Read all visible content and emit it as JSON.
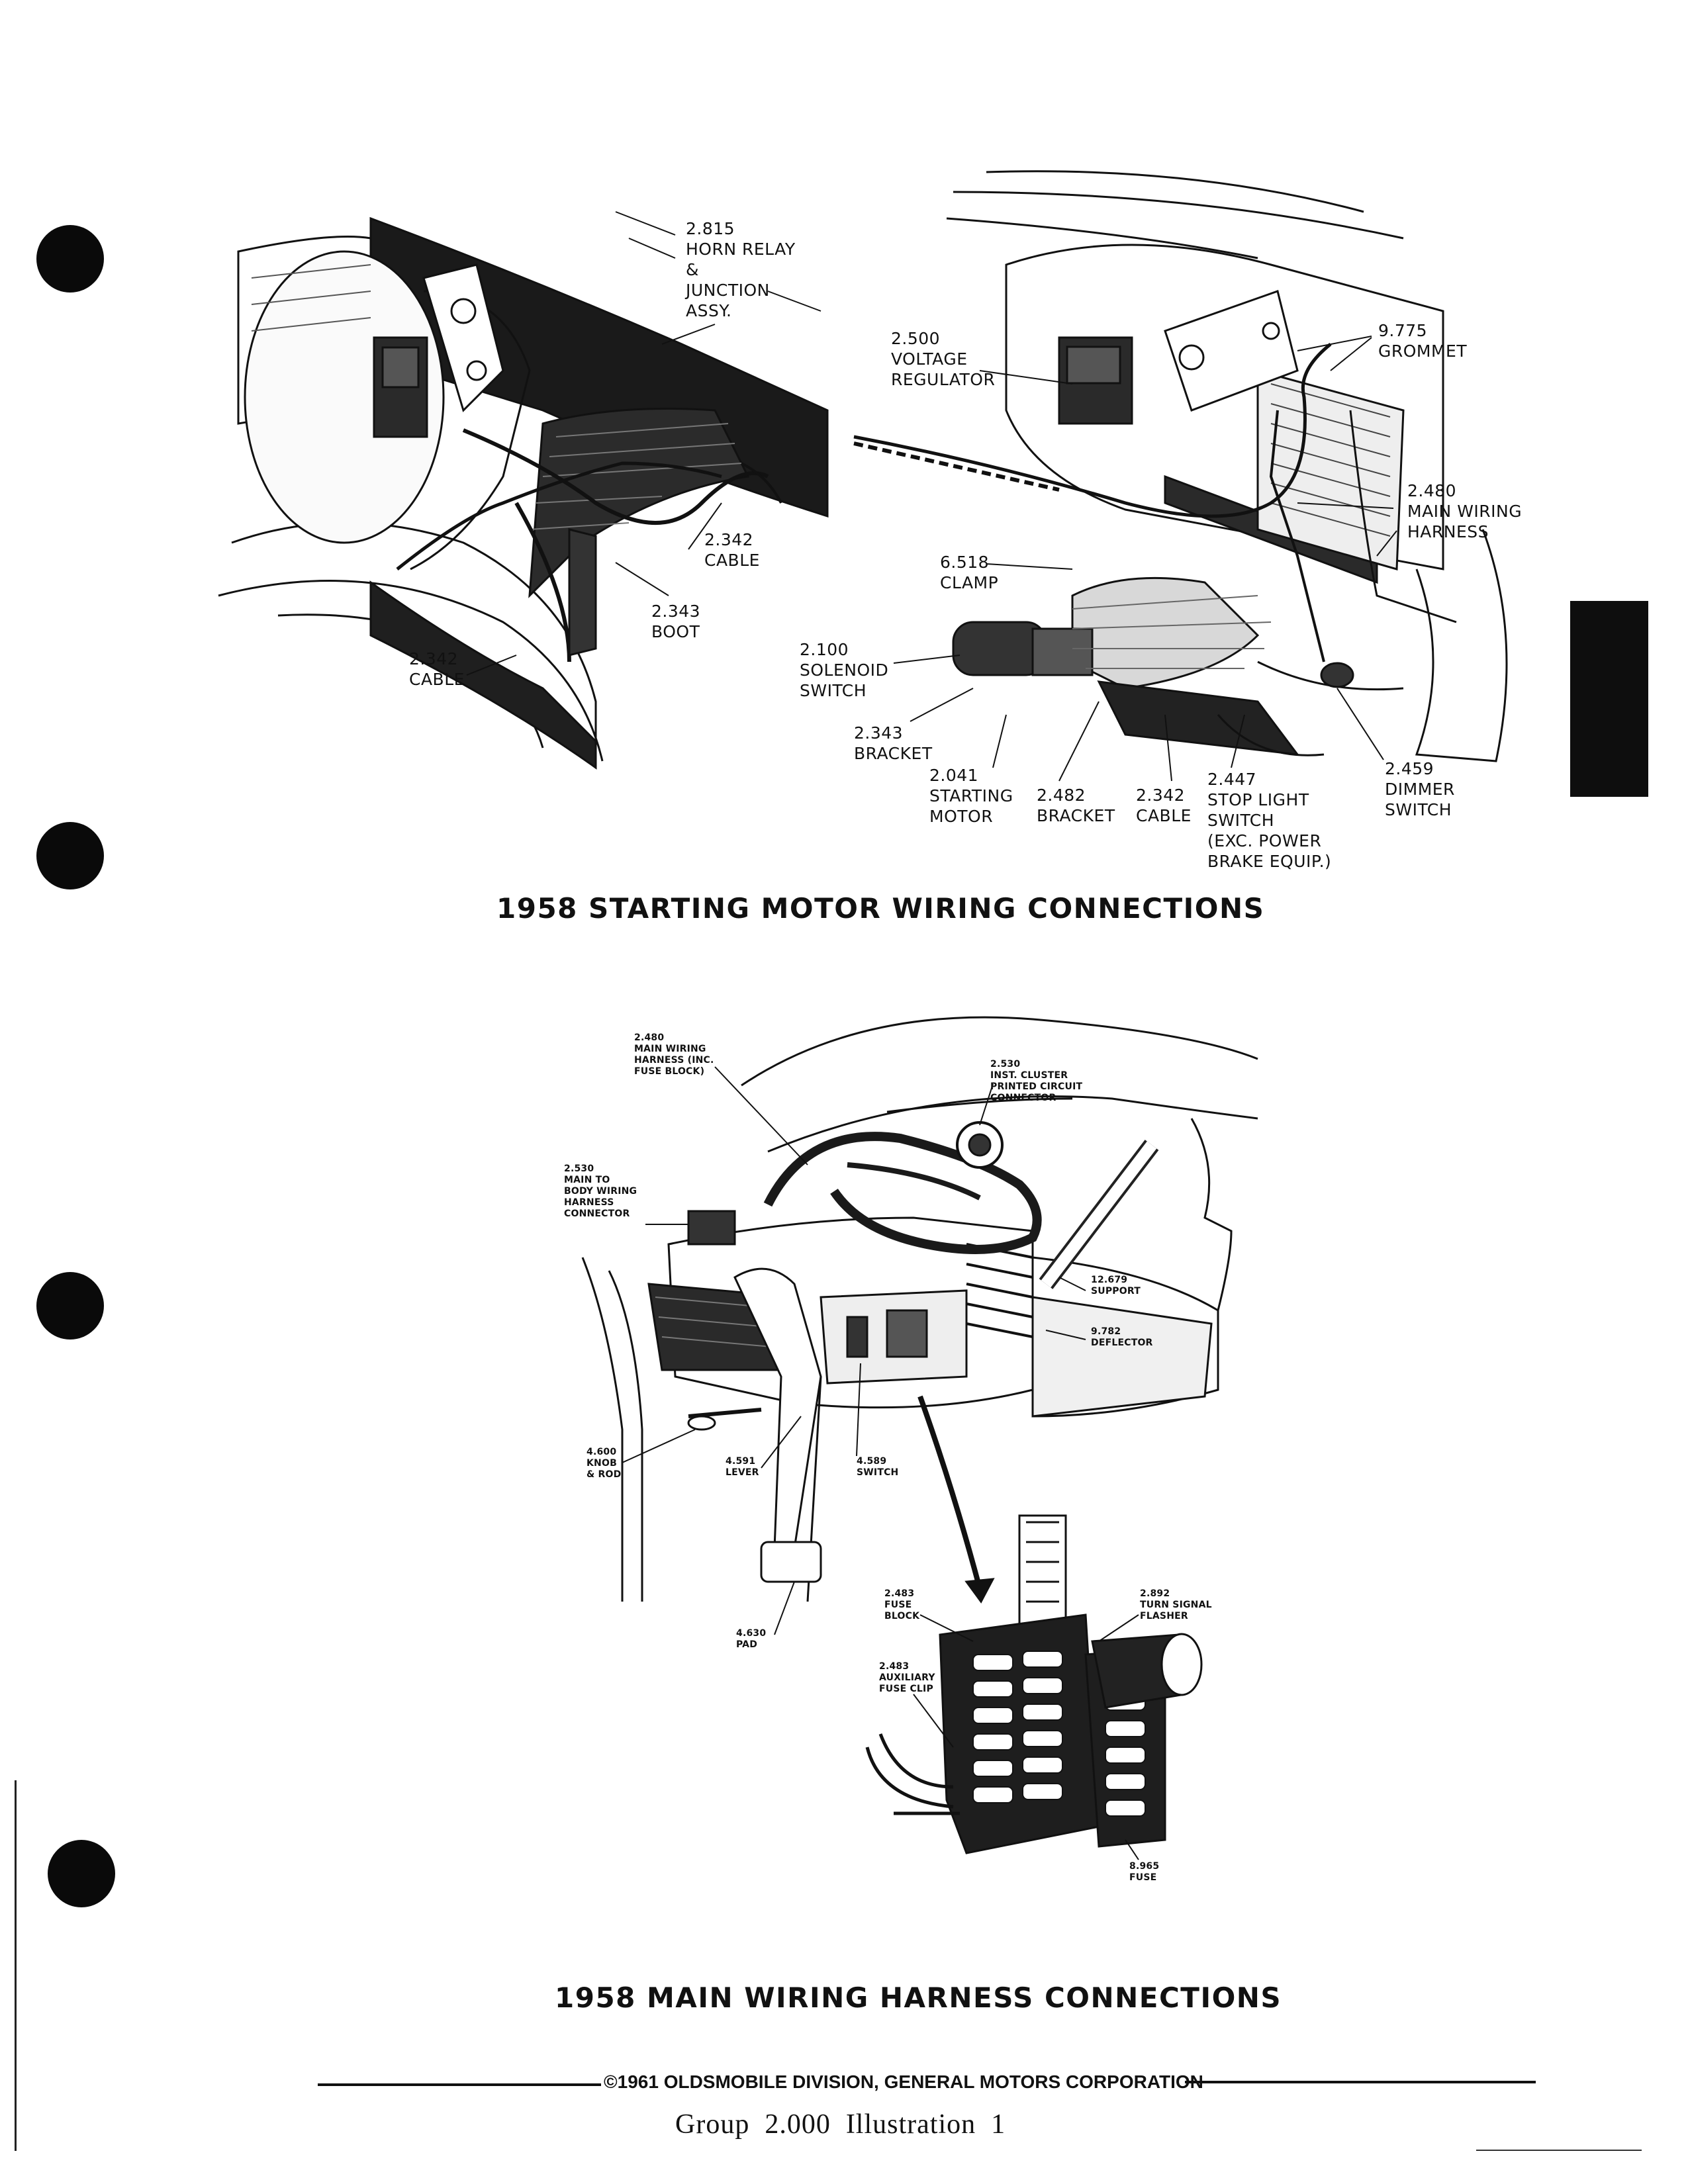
{
  "figure1": {
    "title": "1958 STARTING MOTOR WIRING CONNECTIONS",
    "callouts": [
      {
        "id": "horn-relay",
        "lines": [
          "2.815",
          "HORN RELAY",
          "&",
          "JUNCTION",
          "ASSY."
        ]
      },
      {
        "id": "cable-2342-a",
        "lines": [
          "2.342",
          "CABLE"
        ]
      },
      {
        "id": "boot-2343",
        "lines": [
          "2.343",
          "BOOT"
        ]
      },
      {
        "id": "cable-2342-b",
        "lines": [
          "2.342",
          "CABLE"
        ]
      },
      {
        "id": "voltage-regulator",
        "lines": [
          "2.500",
          "VOLTAGE",
          "REGULATOR"
        ]
      },
      {
        "id": "grommet",
        "lines": [
          "9.775",
          "GROMMET"
        ]
      },
      {
        "id": "main-wiring-harness",
        "lines": [
          "2.480",
          "MAIN WIRING",
          "HARNESS"
        ]
      },
      {
        "id": "clamp",
        "lines": [
          "6.518",
          "CLAMP"
        ]
      },
      {
        "id": "solenoid-switch",
        "lines": [
          "2.100",
          "SOLENOID",
          "SWITCH"
        ]
      },
      {
        "id": "bracket-2343",
        "lines": [
          "2.343",
          "BRACKET"
        ]
      },
      {
        "id": "starting-motor",
        "lines": [
          "2.041",
          "STARTING",
          "MOTOR"
        ]
      },
      {
        "id": "bracket-2482",
        "lines": [
          "2.482",
          "BRACKET"
        ]
      },
      {
        "id": "cable-2342-c",
        "lines": [
          "2.342",
          "CABLE"
        ]
      },
      {
        "id": "stop-light-switch",
        "lines": [
          "2.447",
          "STOP LIGHT",
          "SWITCH",
          "(EXC. POWER",
          "BRAKE EQUIP.)"
        ]
      },
      {
        "id": "dimmer-switch",
        "lines": [
          "2.459",
          "DIMMER",
          "SWITCH"
        ]
      }
    ]
  },
  "figure2": {
    "title": "1958 MAIN WIRING HARNESS CONNECTIONS",
    "callouts": [
      {
        "id": "main-harness-fuse-block",
        "lines": [
          "2.480",
          "MAIN WIRING",
          "HARNESS (INC.",
          "FUSE BLOCK)"
        ]
      },
      {
        "id": "inst-cluster-connector",
        "lines": [
          "2.530",
          "INST. CLUSTER",
          "PRINTED CIRCUIT",
          "CONNECTOR"
        ]
      },
      {
        "id": "main-to-body-connector",
        "lines": [
          "2.530",
          "MAIN TO",
          "BODY WIRING",
          "HARNESS",
          "CONNECTOR"
        ]
      },
      {
        "id": "support",
        "lines": [
          "12.679",
          "SUPPORT"
        ]
      },
      {
        "id": "deflector",
        "lines": [
          "9.782",
          "DEFLECTOR"
        ]
      },
      {
        "id": "knob-rod",
        "lines": [
          "4.600",
          "KNOB",
          "& ROD"
        ]
      },
      {
        "id": "lever",
        "lines": [
          "4.591",
          "LEVER"
        ]
      },
      {
        "id": "switch-4589",
        "lines": [
          "4.589",
          "SWITCH"
        ]
      },
      {
        "id": "pad",
        "lines": [
          "4.630",
          "PAD"
        ]
      },
      {
        "id": "fuse-block",
        "lines": [
          "2.483",
          "FUSE",
          "BLOCK"
        ]
      },
      {
        "id": "turn-signal-flasher",
        "lines": [
          "2.892",
          "TURN SIGNAL",
          "FLASHER"
        ]
      },
      {
        "id": "aux-fuse-clip",
        "lines": [
          "2.483",
          "AUXILIARY",
          "FUSE CLIP"
        ]
      },
      {
        "id": "fuse",
        "lines": [
          "8.965",
          "FUSE"
        ]
      }
    ]
  },
  "footer": {
    "copyright": "©1961 OLDSMOBILE DIVISION, GENERAL MOTORS CORPORATION",
    "group": "Group  2.000  Illustration  1"
  }
}
